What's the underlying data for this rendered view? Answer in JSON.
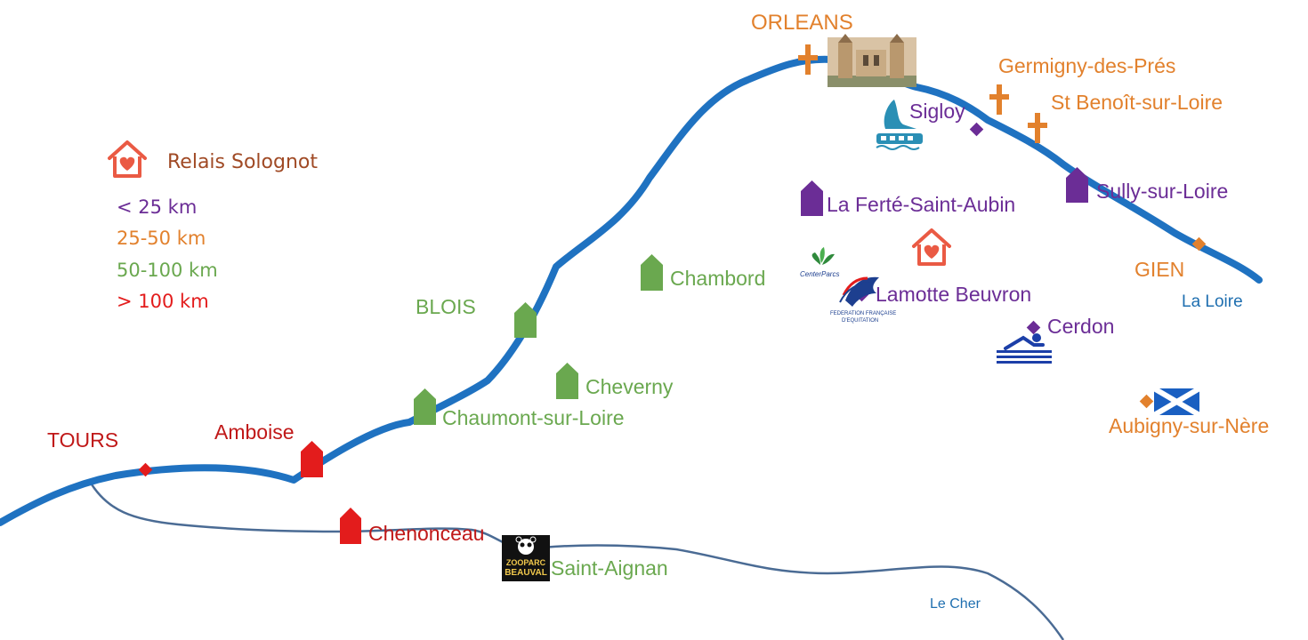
{
  "colors": {
    "river": "#1f72c1",
    "cher": "#4a6b94",
    "purple": "#6b2d96",
    "orange": "#e2812d",
    "green": "#6aa84f",
    "red": "#e31c1c",
    "relais": "#ea5a44",
    "legend_title": "#a04a25",
    "river_label": "#1f6fb0"
  },
  "legend": {
    "title": "Relais Solognot",
    "icon": "house-heart-icon",
    "items": [
      {
        "label": "< 25 km",
        "color": "#6b2d96"
      },
      {
        "label": "25-50 km",
        "color": "#e2812d"
      },
      {
        "label": "50-100 km",
        "color": "#6aa84f"
      },
      {
        "label": "> 100 km",
        "color": "#e31c1c"
      }
    ]
  },
  "rivers": {
    "loire": "La Loire",
    "cher": "Le Cher"
  },
  "places": {
    "orleans": "ORLEANS",
    "germigny": "Germigny-des-Prés",
    "st_benoit": "St Benoît-sur-Loire",
    "sigloy": "Sigloy",
    "sully": "Sully-sur-Loire",
    "ferte": "La Ferté-Saint-Aubin",
    "gien": "GIEN",
    "chambord": "Chambord",
    "lamotte": "Lamotte Beuvron",
    "cerdon": "Cerdon",
    "blois": "BLOIS",
    "cheverny": "Cheverny",
    "chaumont": "Chaumont-sur-Loire",
    "aubigny": "Aubigny-sur-Nère",
    "tours": "TOURS",
    "amboise": "Amboise",
    "chenonceau": "Chenonceau",
    "saint_aignan": "Saint-Aignan"
  },
  "logos": {
    "zoo_line1": "ZOOPARC",
    "zoo_line2": "BEAUVAL",
    "center_parcs": "CenterParcs",
    "ffe_line1": "FEDERATION FRANÇAISE",
    "ffe_line2": "D'EQUITATION"
  }
}
